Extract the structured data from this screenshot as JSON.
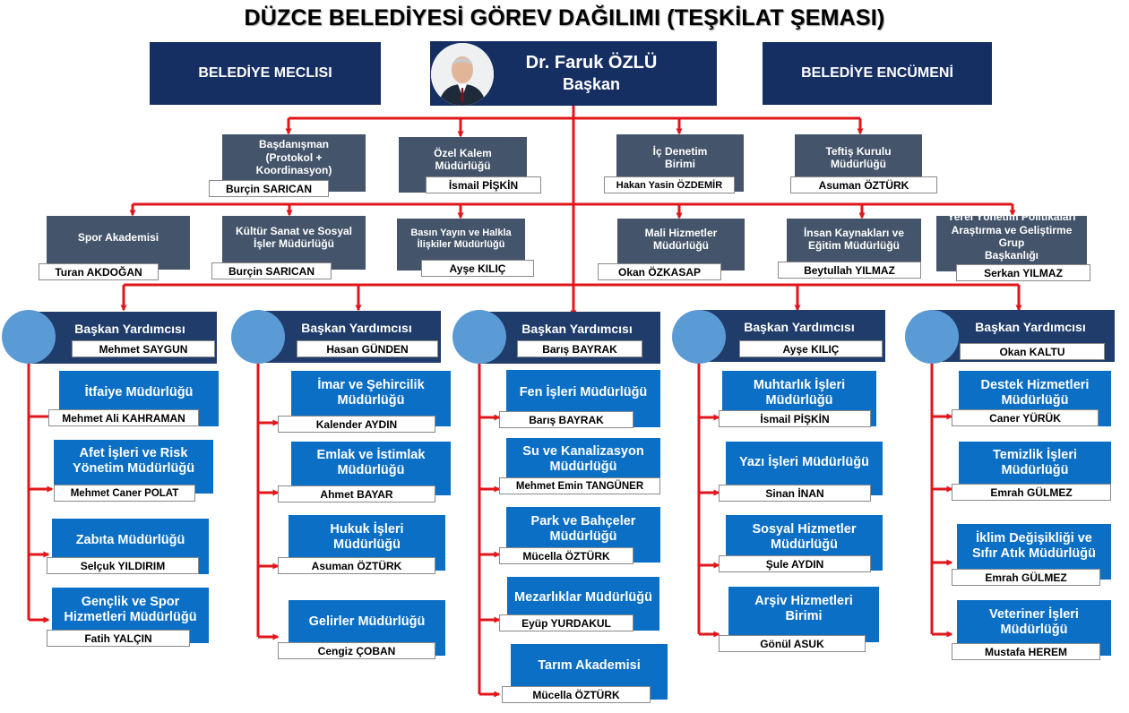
{
  "title": "DÜZCE BELEDİYESİ GÖREV DAĞILIMI (TEŞKİLAT ŞEMASI)",
  "top": {
    "council": "BELEDİYE MECLISI",
    "committee": "BELEDİYE ENCÜMENİ",
    "mayor_name": "Dr. Faruk ÖZLÜ",
    "mayor_role": "Başkan"
  },
  "advisors": [
    {
      "title1": "Başdanışman",
      "title2": "(Protokol + Koordinasyon)",
      "name": "Burçin SARICAN"
    },
    {
      "title1": "Özel Kalem",
      "title2": "Müdürlüğü",
      "name": "İsmail PİŞKİN"
    },
    {
      "title1": "İç Denetim",
      "title2": "Birimi",
      "name": "Hakan Yasin ÖZDEMİR"
    },
    {
      "title1": "Teftiş Kurulu",
      "title2": "Müdürlüğü",
      "name": "Asuman ÖZTÜRK"
    }
  ],
  "depts": [
    {
      "title1": "Spor Akademisi",
      "title2": "",
      "title3": "",
      "name": "Turan AKDOĞAN"
    },
    {
      "title1": "Kültür  Sanat ve Sosyal",
      "title2": "İşler Müdürlüğü",
      "title3": "",
      "name": "Burçin SARICAN"
    },
    {
      "title1": "Basın Yayın ve Halkla",
      "title2": "İlişkiler Müdürlüğü",
      "title3": "",
      "name": "Ayşe KILIÇ"
    },
    {
      "title1": "Mali Hizmetler",
      "title2": "Müdürlüğü",
      "title3": "",
      "name": "Okan ÖZKASAP"
    },
    {
      "title1": "İnsan Kaynakları ve",
      "title2": "Eğitim Müdürlüğü",
      "title3": "",
      "name": "Beytullah YILMAZ"
    },
    {
      "title1": "Yerel Yönetim Politikaları",
      "title2": "Araştırma ve Geliştirme Grup",
      "title3": "Başkanlığı",
      "name": "Serkan YILMAZ"
    }
  ],
  "vps": [
    {
      "label": "Başkan Yardımcısı",
      "name": "Mehmet SAYGUN",
      "units": [
        {
          "title": "İtfaiye Müdürlüğü",
          "name": "Mehmet Ali KAHRAMAN"
        },
        {
          "title": "Afet İşleri ve Risk Yönetim Müdürlüğü",
          "name": "Mehmet Caner POLAT"
        },
        {
          "title": "Zabıta Müdürlüğü",
          "name": "Selçuk YILDIRIM"
        },
        {
          "title": "Gençlik ve Spor Hizmetleri Müdürlüğü",
          "name": "Fatih YALÇIN"
        }
      ]
    },
    {
      "label": "Başkan Yardımcısı",
      "name": "Hasan GÜNDEN",
      "units": [
        {
          "title": "İmar ve Şehircilik Müdürlüğü",
          "name": "Kalender AYDIN"
        },
        {
          "title": "Emlak ve İstimlak Müdürlüğü",
          "name": "Ahmet BAYAR"
        },
        {
          "title": "Hukuk İşleri Müdürlüğü",
          "name": "Asuman ÖZTÜRK"
        },
        {
          "title": "Gelirler Müdürlüğü",
          "name": "Cengiz ÇOBAN"
        }
      ]
    },
    {
      "label": "Başkan Yardımcısı",
      "name": "Barış BAYRAK",
      "units": [
        {
          "title": "Fen İşleri Müdürlüğü",
          "name": "Barış BAYRAK"
        },
        {
          "title": "Su ve Kanalizasyon Müdürlüğü",
          "name": "Mehmet Emin TANGÜNER"
        },
        {
          "title": "Park ve Bahçeler Müdürlüğü",
          "name": "Mücella ÖZTÜRK"
        },
        {
          "title": "Mezarlıklar Müdürlüğü",
          "name": "Eyüp YURDAKUL"
        },
        {
          "title": "Tarım Akademisi",
          "name": "Mücella ÖZTÜRK"
        }
      ]
    },
    {
      "label": "Başkan Yardımcısı",
      "name": "Ayşe KILIÇ",
      "units": [
        {
          "title": "Muhtarlık İşleri Müdürlüğü",
          "name": "İsmail PİŞKİN"
        },
        {
          "title": "Yazı İşleri Müdürlüğü",
          "name": "Sinan İNAN"
        },
        {
          "title": "Sosyal Hizmetler Müdürlüğü",
          "name": "Şule AYDIN"
        },
        {
          "title": "Arşiv Hizmetleri Birimi",
          "name": "Gönül ASUK"
        }
      ]
    },
    {
      "label": "Başkan Yardımcısı",
      "name": "Okan KALTU",
      "units": [
        {
          "title": "Destek Hizmetleri Müdürlüğü",
          "name": "Caner YÜRÜK"
        },
        {
          "title": "Temizlik İşleri Müdürlüğü",
          "name": "Emrah GÜLMEZ"
        },
        {
          "title": "İklim Değişikliği ve Sıfır Atık Müdürlüğü",
          "name": "Emrah GÜLMEZ"
        },
        {
          "title": "Veteriner İşleri Müdürlüğü",
          "name": "Mustafa HEREM"
        }
      ]
    }
  ],
  "colors": {
    "connector": "#e0161b",
    "navy": "#162f63",
    "grey": "#44546a",
    "unit_blue": "#0b6fc6",
    "vp_circle": "#5b9bd5"
  }
}
